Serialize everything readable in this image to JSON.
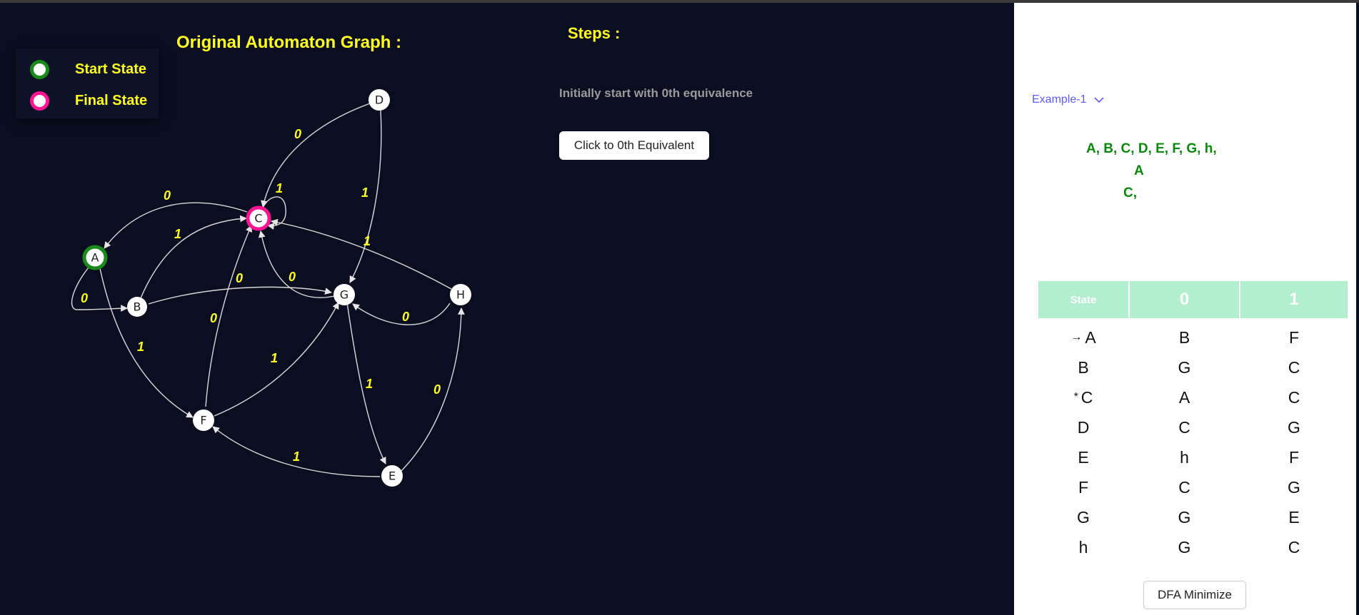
{
  "graph": {
    "title": "Original Automaton Graph :",
    "legend": [
      {
        "label": "Start State",
        "color": "#1a8a1a"
      },
      {
        "label": "Final State",
        "color": "#ff1493"
      }
    ],
    "nodes": [
      "A",
      "B",
      "C",
      "D",
      "E",
      "F",
      "G",
      "H"
    ],
    "start_state": "A",
    "final_states": [
      "C"
    ],
    "edge_color": "#d9d9d9",
    "edge_label_color": "#ffff1a",
    "edge_labels": [
      {
        "id": "a0",
        "text": "0"
      },
      {
        "id": "a1",
        "text": "1"
      },
      {
        "id": "b0",
        "text": "0"
      },
      {
        "id": "b1",
        "text": "1"
      },
      {
        "id": "c0",
        "text": "0"
      },
      {
        "id": "c1",
        "text": "1"
      },
      {
        "id": "d0",
        "text": "0"
      },
      {
        "id": "d1",
        "text": "1"
      },
      {
        "id": "e0",
        "text": "0"
      },
      {
        "id": "e1",
        "text": "1"
      },
      {
        "id": "f0",
        "text": "0"
      },
      {
        "id": "f1",
        "text": "1"
      },
      {
        "id": "g0",
        "text": "0"
      },
      {
        "id": "g1",
        "text": "1"
      },
      {
        "id": "h0",
        "text": "0"
      },
      {
        "id": "h1",
        "text": "1"
      }
    ]
  },
  "steps": {
    "title": "Steps :",
    "note": "Initially start with 0th equivalence",
    "button_label": "Click to 0th Equivalent"
  },
  "panel": {
    "example_label": "Example-1",
    "groups": [
      "A, B, C, D, E, F, G, h,",
      "A",
      "C,"
    ],
    "table": {
      "headers": [
        "State",
        "0",
        "1"
      ],
      "rows": [
        {
          "prefix": "→",
          "state": "A",
          "on0": "B",
          "on1": "F"
        },
        {
          "prefix": "",
          "state": "B",
          "on0": "G",
          "on1": "C"
        },
        {
          "prefix": "*",
          "state": "C",
          "on0": "A",
          "on1": "C"
        },
        {
          "prefix": "",
          "state": "D",
          "on0": "C",
          "on1": "G"
        },
        {
          "prefix": "",
          "state": "E",
          "on0": "h",
          "on1": "F"
        },
        {
          "prefix": "",
          "state": "F",
          "on0": "C",
          "on1": "G"
        },
        {
          "prefix": "",
          "state": "G",
          "on0": "G",
          "on1": "E"
        },
        {
          "prefix": "",
          "state": "h",
          "on0": "G",
          "on1": "C"
        }
      ]
    },
    "minimize_label": "DFA Minimize",
    "accent_color": "#5b5bff",
    "group_color": "#0a8a0a",
    "header_bg": "#b3f0cf"
  }
}
